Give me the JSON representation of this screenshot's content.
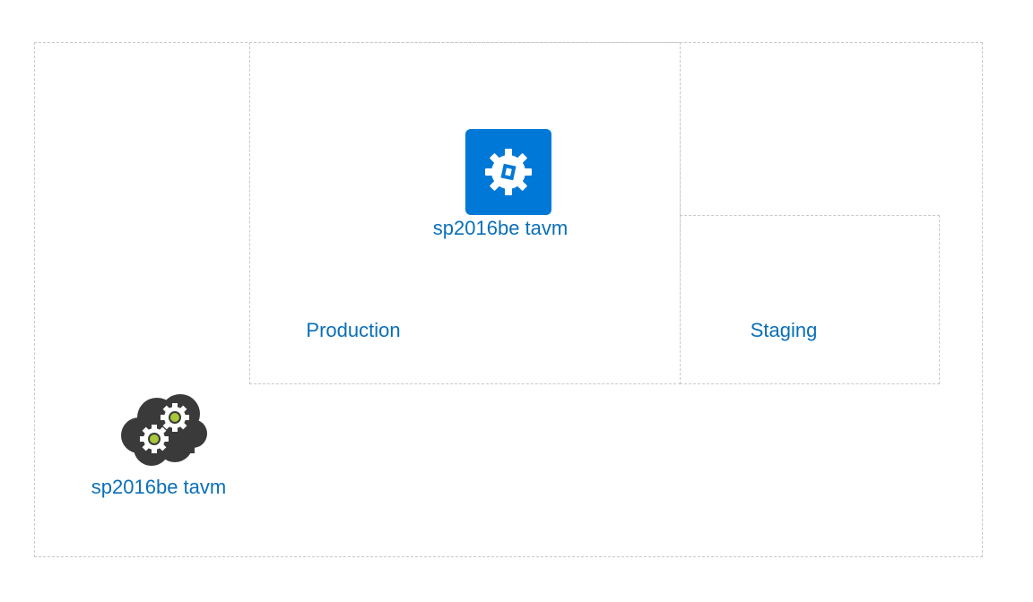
{
  "diagram": {
    "regions": {
      "production_label": "Production",
      "staging_label": "Staging"
    },
    "nodes": {
      "production_vm_label": "sp2016be tavm",
      "cloud_service_label": "sp2016be tavm"
    }
  },
  "colors": {
    "label_text": "#0a6fb8",
    "vm_tile": "#0078d7",
    "cloud": "#3a3a3a",
    "gear_hub": "#a8c83a",
    "frame_border": "#c9c9c9"
  },
  "icons": {
    "production_vm": "gear-icon",
    "cloud_service": "cloud-gears-icon"
  }
}
